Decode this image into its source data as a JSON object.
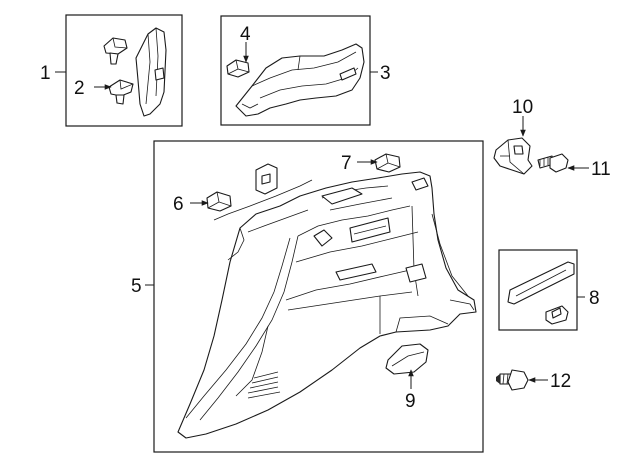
{
  "colors": {
    "line": "#1a1a1a",
    "background": "#ffffff"
  },
  "callouts": [
    "1",
    "2",
    "3",
    "4",
    "5",
    "6",
    "7",
    "8",
    "9",
    "10",
    "11",
    "12"
  ]
}
